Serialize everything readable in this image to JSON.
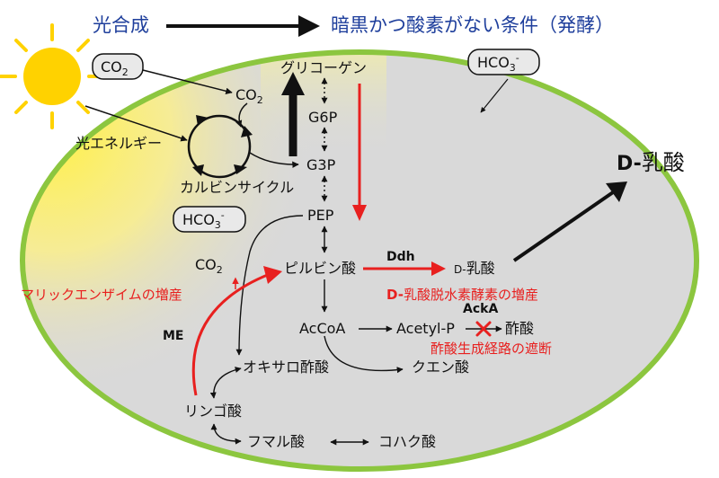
{
  "header": {
    "photosynthesis": "光合成",
    "dark_anaerobic": "暗黒かつ酸素がない条件（発酵）"
  },
  "labels": {
    "co2_box": "CO",
    "co2_box_sub": "2",
    "hco3_box_top": "HCO",
    "hco3_box_top_sub": "3",
    "hco3_box_top_sup": "-",
    "hco3_box_left": "HCO",
    "hco3_box_left_sub": "3",
    "hco3_box_left_sup": "-",
    "co2_top": "CO",
    "co2_top_sub": "2",
    "co2_left": "CO",
    "co2_left_sub": "2",
    "light_energy": "光エネルギー",
    "calvin_cycle": "カルビンサイクル",
    "glycogen": "グリコーゲン",
    "g6p": "G6P",
    "g3p": "G3P",
    "pep": "PEP",
    "pyruvate": "ピルビン酸",
    "d_lactate_inner_prefix": "D-",
    "d_lactate_inner": "乳酸",
    "d_lactate_big_prefix": "D-",
    "d_lactate_big": "乳酸",
    "acetyl_coa": "AcCoA",
    "acetyl_p": "Acetyl-P",
    "acetate": "酢酸",
    "oxaloacetate": "オキサロ酢酸",
    "citrate": "クエン酸",
    "malate": "リンゴ酸",
    "fumarate": "フマル酸",
    "succinate": "コハク酸",
    "enzyme_ddh": "Ddh",
    "enzyme_acka": "AckA",
    "enzyme_me": "ME",
    "note_ddh_prefix": "D-",
    "note_ddh": "乳酸脱水素酵素の増産",
    "note_acka": "酢酸生成経路の遮断",
    "note_me": "マリックエンザイムの増産"
  },
  "colors": {
    "header_text": "#1f3f9c",
    "cell_fill": "#d9d9d9",
    "cell_border": "#8cc63f",
    "sun": "#ffd200",
    "highlight_red": "#e8201f",
    "arrow_black": "#111111"
  }
}
